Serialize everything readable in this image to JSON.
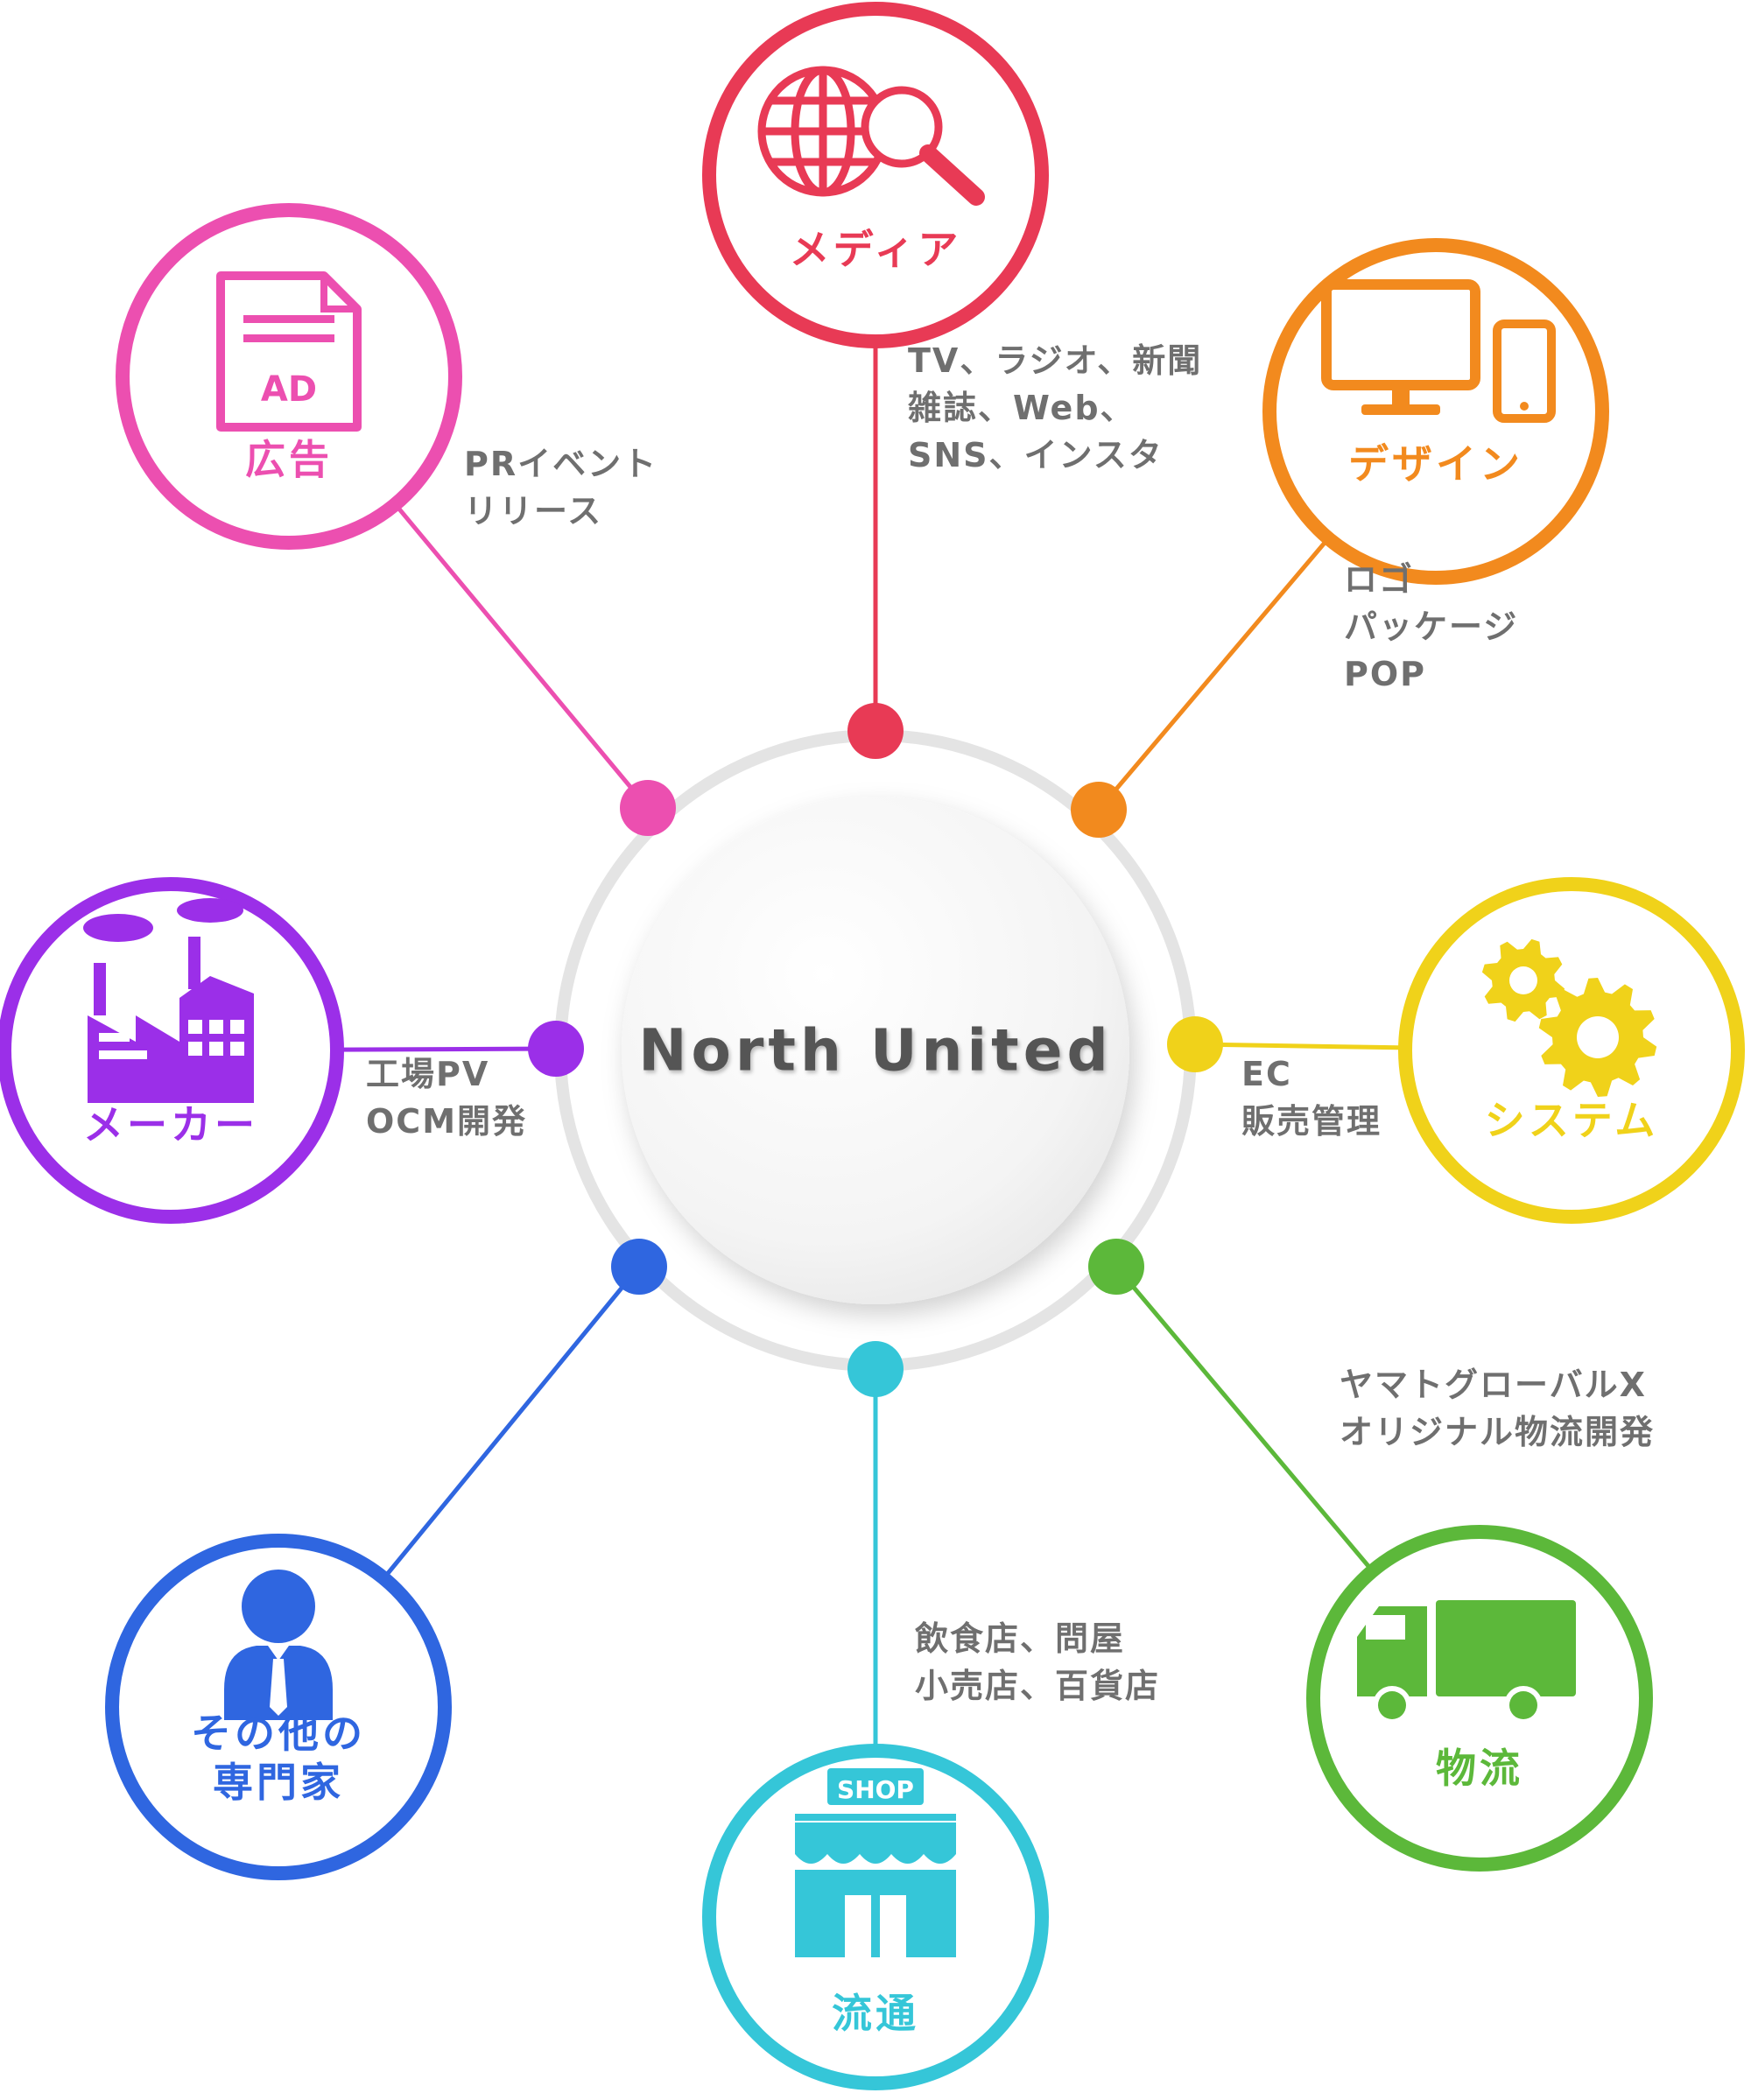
{
  "center": {
    "title": "North United"
  },
  "nodes": [
    {
      "id": "media",
      "name_lines": [
        "メディア"
      ],
      "color": "#e83a55",
      "icon": "globe-search-icon",
      "desc_lines": [
        "TV、ラジオ、新聞",
        "雑誌、Web、",
        "SNS、インスタ"
      ]
    },
    {
      "id": "design",
      "name_lines": [
        "デザイン"
      ],
      "color": "#f28a1e",
      "icon": "monitor-phone-icon",
      "desc_lines": [
        "ロゴ",
        "パッケージ",
        "POP"
      ]
    },
    {
      "id": "system",
      "name_lines": [
        "システム"
      ],
      "color": "#f0d21a",
      "icon": "gears-icon",
      "desc_lines": [
        "EC",
        "販売管理"
      ]
    },
    {
      "id": "logistics",
      "name_lines": [
        "物流"
      ],
      "color": "#5cb83a",
      "icon": "truck-icon",
      "desc_lines": [
        "ヤマトグローバルX",
        "オリジナル物流開発"
      ]
    },
    {
      "id": "distribution",
      "name_lines": [
        "流通"
      ],
      "color": "#35c6d8",
      "icon": "shop-icon",
      "icon_text": "SHOP",
      "desc_lines": [
        "飲食店、問屋",
        "小売店、百貨店"
      ]
    },
    {
      "id": "experts",
      "name_lines": [
        "その他の",
        "専門家"
      ],
      "color": "#2f66e0",
      "icon": "businessman-icon",
      "desc_lines": []
    },
    {
      "id": "maker",
      "name_lines": [
        "メーカー"
      ],
      "color": "#9b2fe8",
      "icon": "factory-icon",
      "desc_lines": [
        "工場PV",
        "OCM開発"
      ]
    },
    {
      "id": "ad",
      "name_lines": [
        "広告"
      ],
      "color": "#ec4fb0",
      "icon": "ad-document-icon",
      "icon_text": "AD",
      "desc_lines": [
        "PRイベント",
        "リリース"
      ]
    }
  ]
}
